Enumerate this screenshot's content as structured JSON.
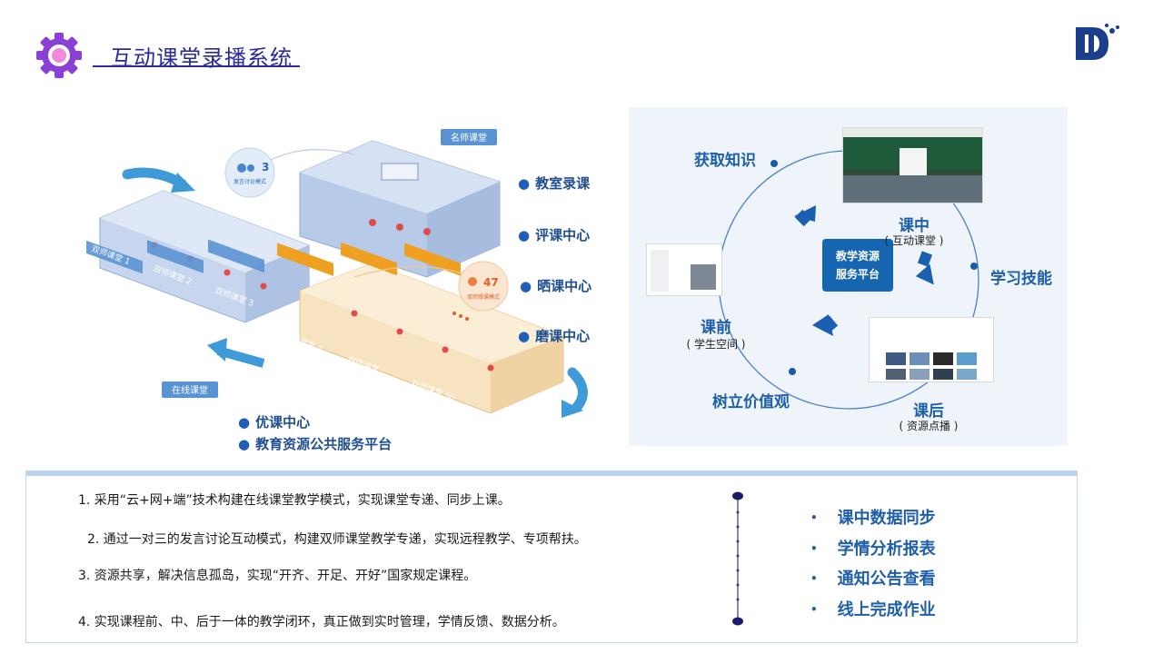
{
  "header": {
    "title": "互动课堂录播系统"
  },
  "diagram": {
    "famous_teacher_label": "名师课堂",
    "online_class_label": "在线课堂",
    "discussion_count": "3",
    "discussion_label": "发言讨论模式",
    "listen_count": "47",
    "listen_label": "双师授课模式",
    "classroom_labels": [
      "双师课堂 1",
      "双师课堂 2",
      "双师课堂 3",
      "双师课堂 4",
      "双师课堂 ...",
      "双师课堂 50"
    ]
  },
  "features": {
    "classroom_recording": "教室录课",
    "review_center": "评课中心",
    "showcase_center": "晒课中心",
    "polish_center": "磨课中心",
    "excellent_center": "优课中心",
    "public_platform": "教育资源公共服务平台"
  },
  "cycle": {
    "in_class": "课中",
    "in_class_sub": "( 互动课堂 )",
    "after_class": "课后",
    "after_class_sub": "( 资源点播 )",
    "before_class": "课前",
    "before_class_sub": "( 学生空间 )",
    "acquire_knowledge": "获取知识",
    "learn_skills": "学习技能",
    "establish_values": "树立价值观",
    "platform_line1": "教学资源",
    "platform_line2": "服务平台"
  },
  "bottom": {
    "points": [
      "1.  采用“云+网+端”技术构建在线课堂教学模式，实现课堂专递、同步上课。",
      "2.  通过一对三的发言讨论互动模式，构建双师课堂教学专递，实现远程教学、专项帮扶。",
      "3.  资源共享，解决信息孤岛，实现“开齐、开足、开好”国家规定课程。",
      "4.  实现课程前、中、后于一体的教学闭环，真正做到实时管理，学情反馈、数据分析。"
    ],
    "bullet": "•",
    "right_items": [
      "课中数据同步",
      "学情分析报表",
      "通知公告查看",
      "线上完成作业"
    ]
  },
  "colors": {
    "title": "#2a2a9a",
    "accent_blue": "#1f5fa8",
    "gear_purple": "#8a3fd6",
    "gear_center": "#f08ad8",
    "orange": "#f0a020"
  }
}
